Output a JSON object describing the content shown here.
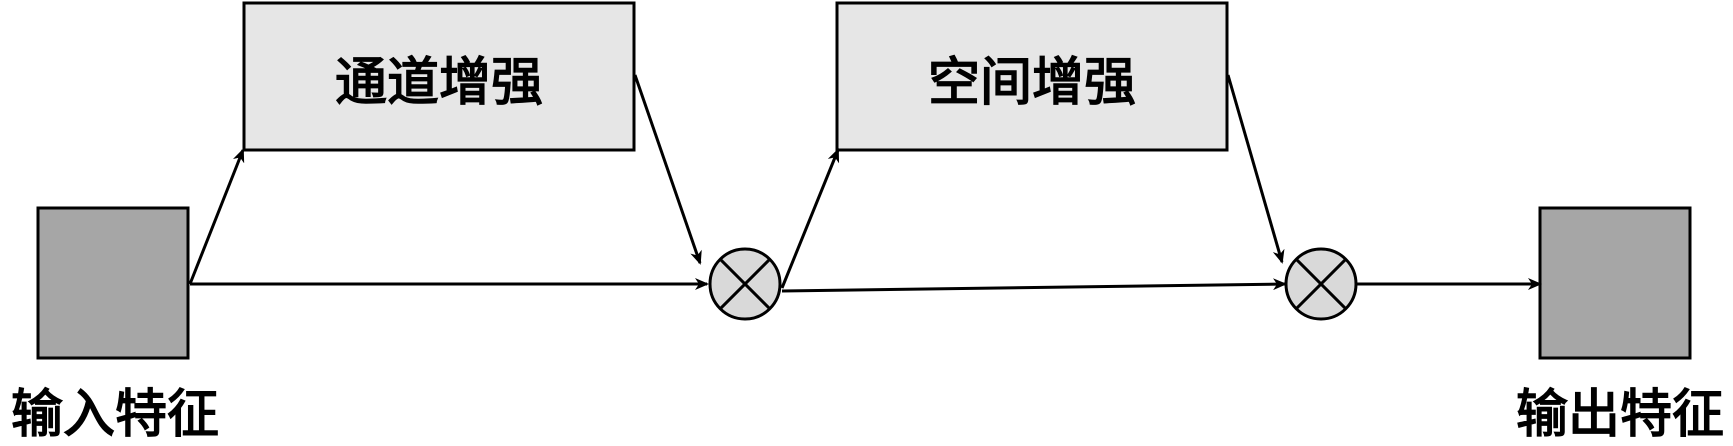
{
  "labels": {
    "input": "输入特征",
    "output": "输出特征",
    "channel": "通道增强",
    "spatial": "空间增强"
  },
  "colors": {
    "feature_fill": "#a6a6a6",
    "block_fill": "#e6e6e6",
    "multiply_fill": "#d9d9d9",
    "stroke": "#000000"
  },
  "icons": {
    "multiply": "circle-times-icon"
  }
}
